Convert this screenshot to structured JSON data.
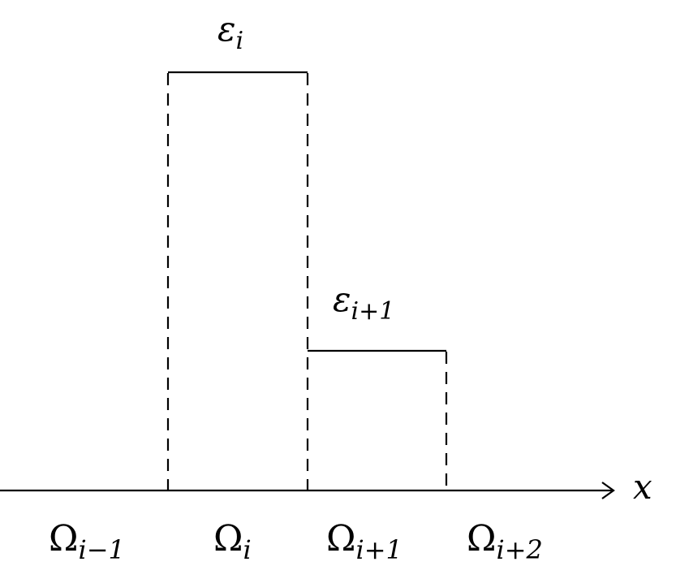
{
  "diagram": {
    "axis_label": "x",
    "levels": {
      "eps_i": {
        "base": "ε",
        "sub": "i"
      },
      "eps_i1": {
        "base": "ε",
        "sub": "i+1"
      }
    },
    "domains": [
      {
        "base": "Ω",
        "sub": "i−1"
      },
      {
        "base": "Ω",
        "sub": "i"
      },
      {
        "base": "Ω",
        "sub": "i+1"
      },
      {
        "base": "Ω",
        "sub": "i+2"
      }
    ]
  }
}
